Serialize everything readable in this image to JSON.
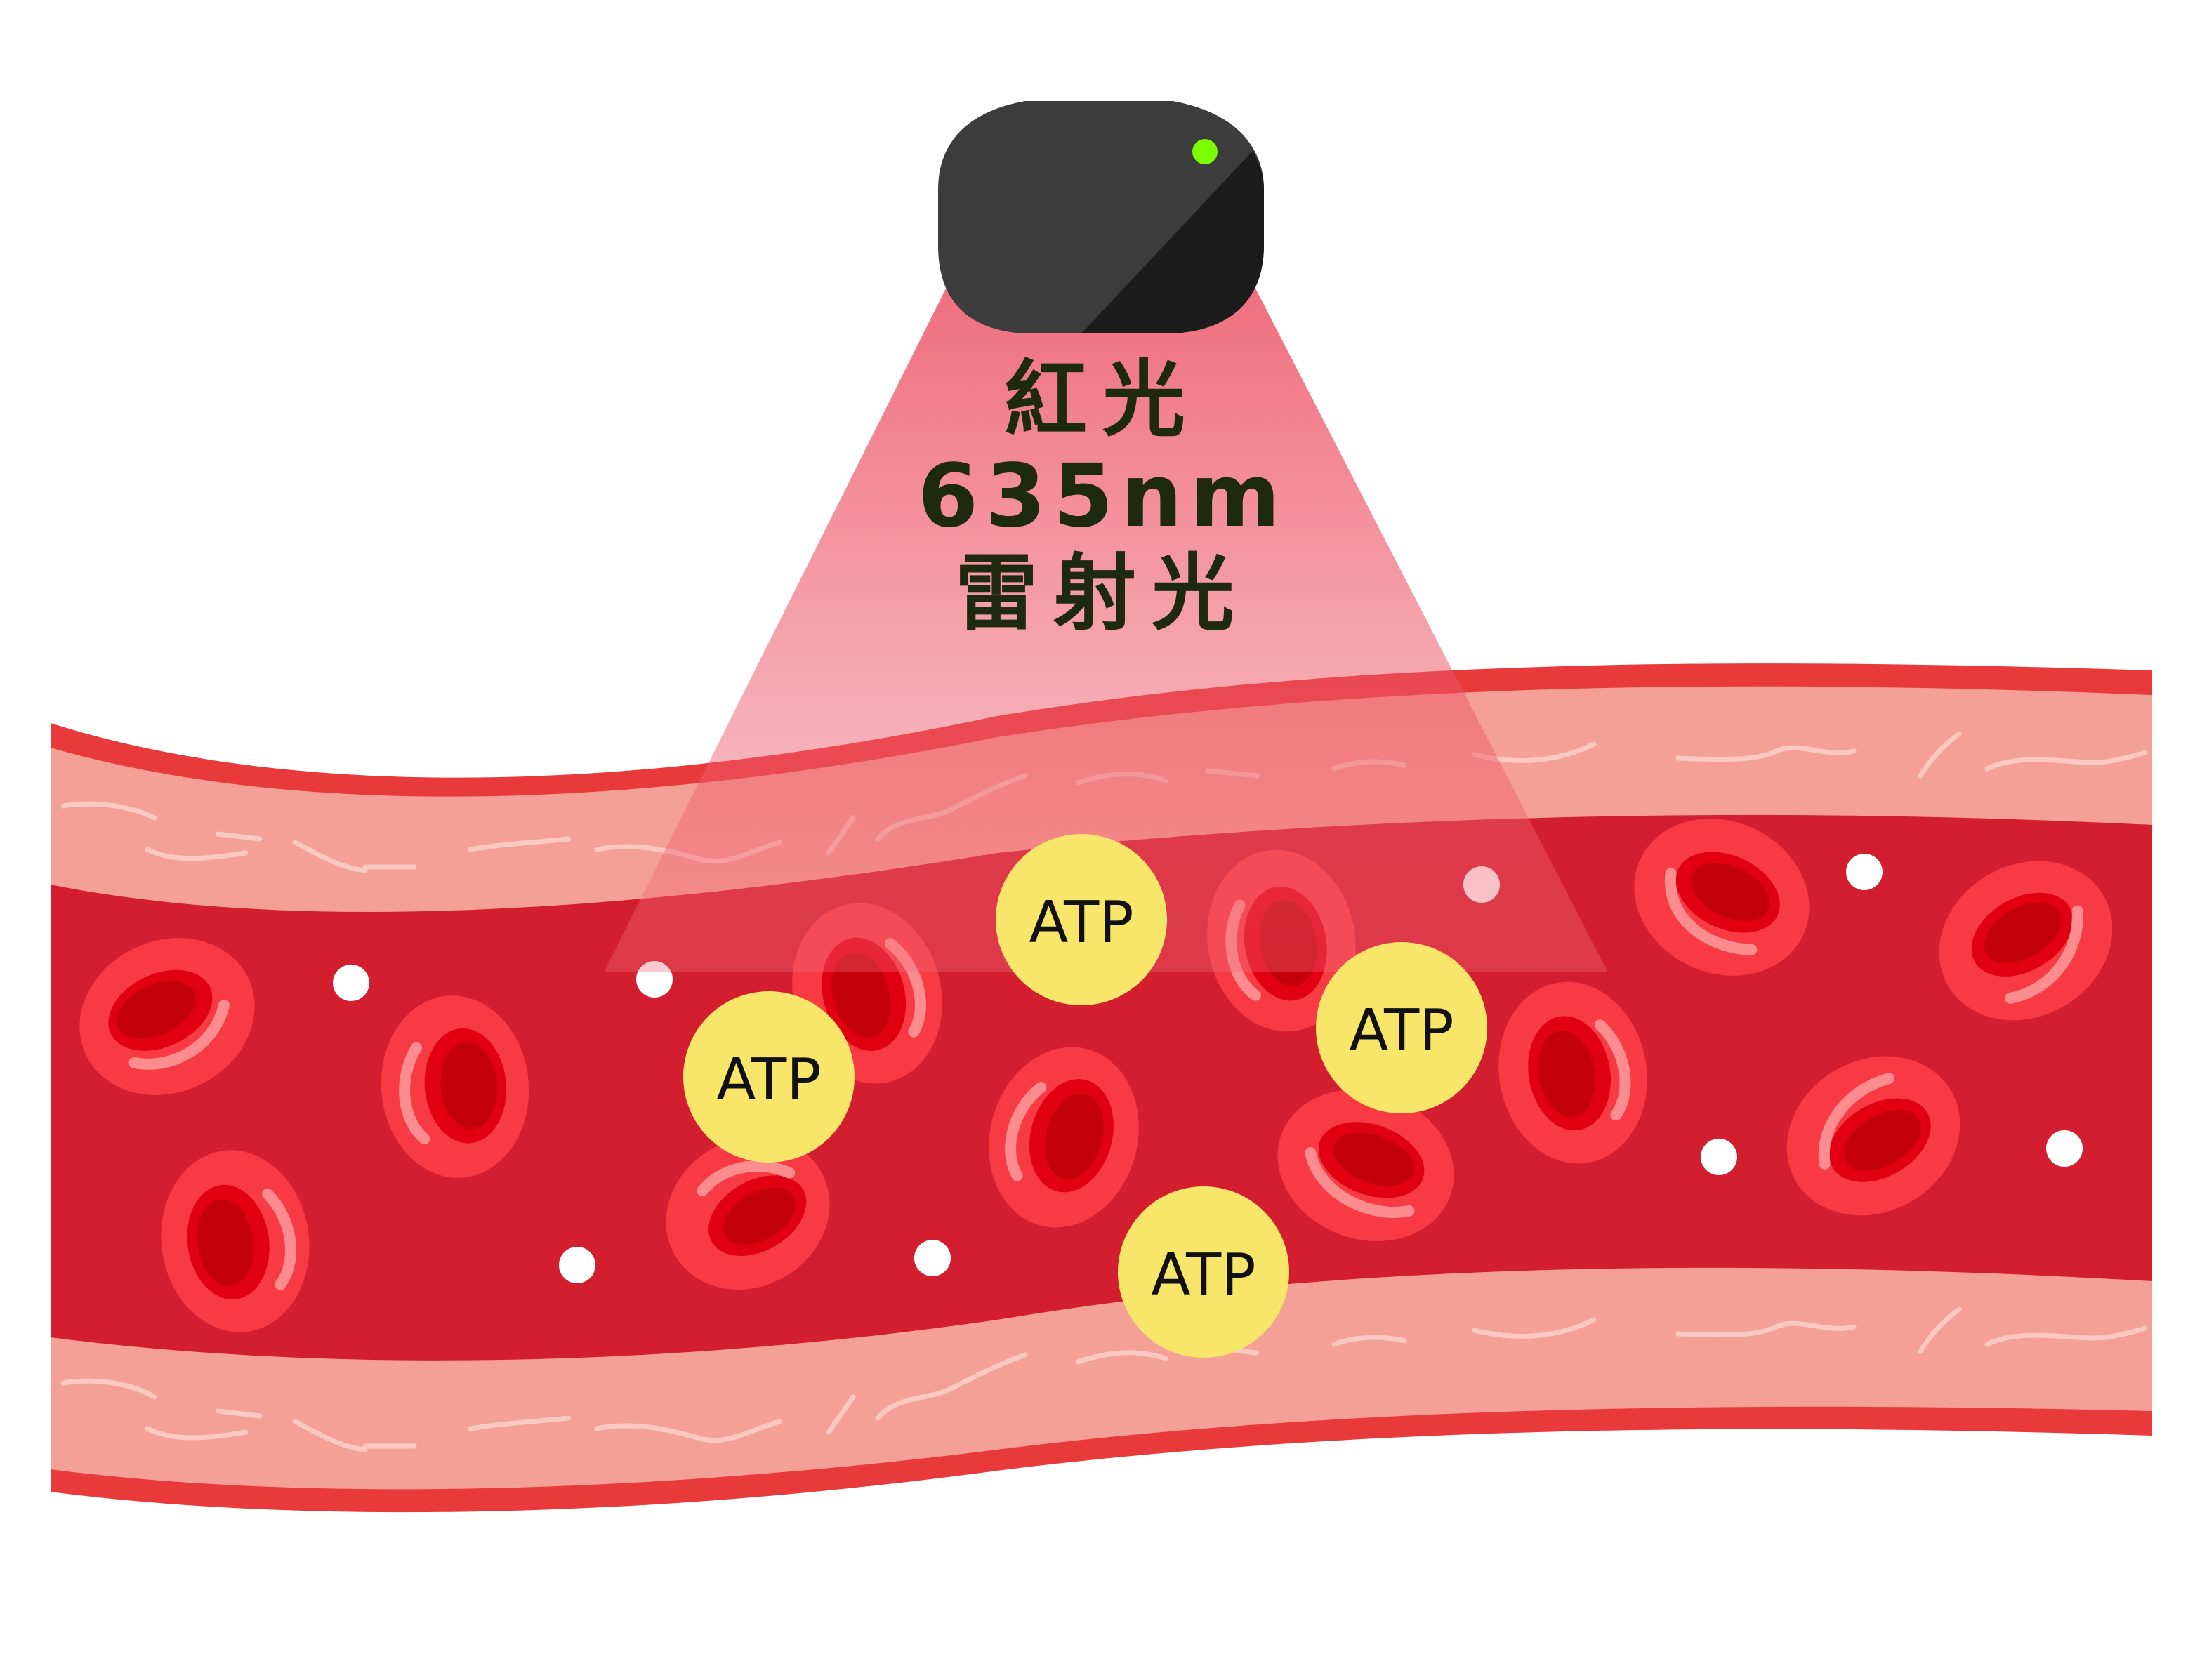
{
  "laser_device": {
    "icon": "laser-device-icon",
    "indicator_color": "#7CFC00"
  },
  "light_label": {
    "line1": "紅光",
    "line2": "635nm",
    "line3": "雷射光"
  },
  "atp_label": "ATP",
  "colors": {
    "vessel_wall": "#e83a3a",
    "vessel_tissue": "#f5a096",
    "blood": "#d21e2f",
    "red_cell": "#f73a44",
    "atp": "#f7e66a",
    "laser_beam": "#ee5566"
  }
}
